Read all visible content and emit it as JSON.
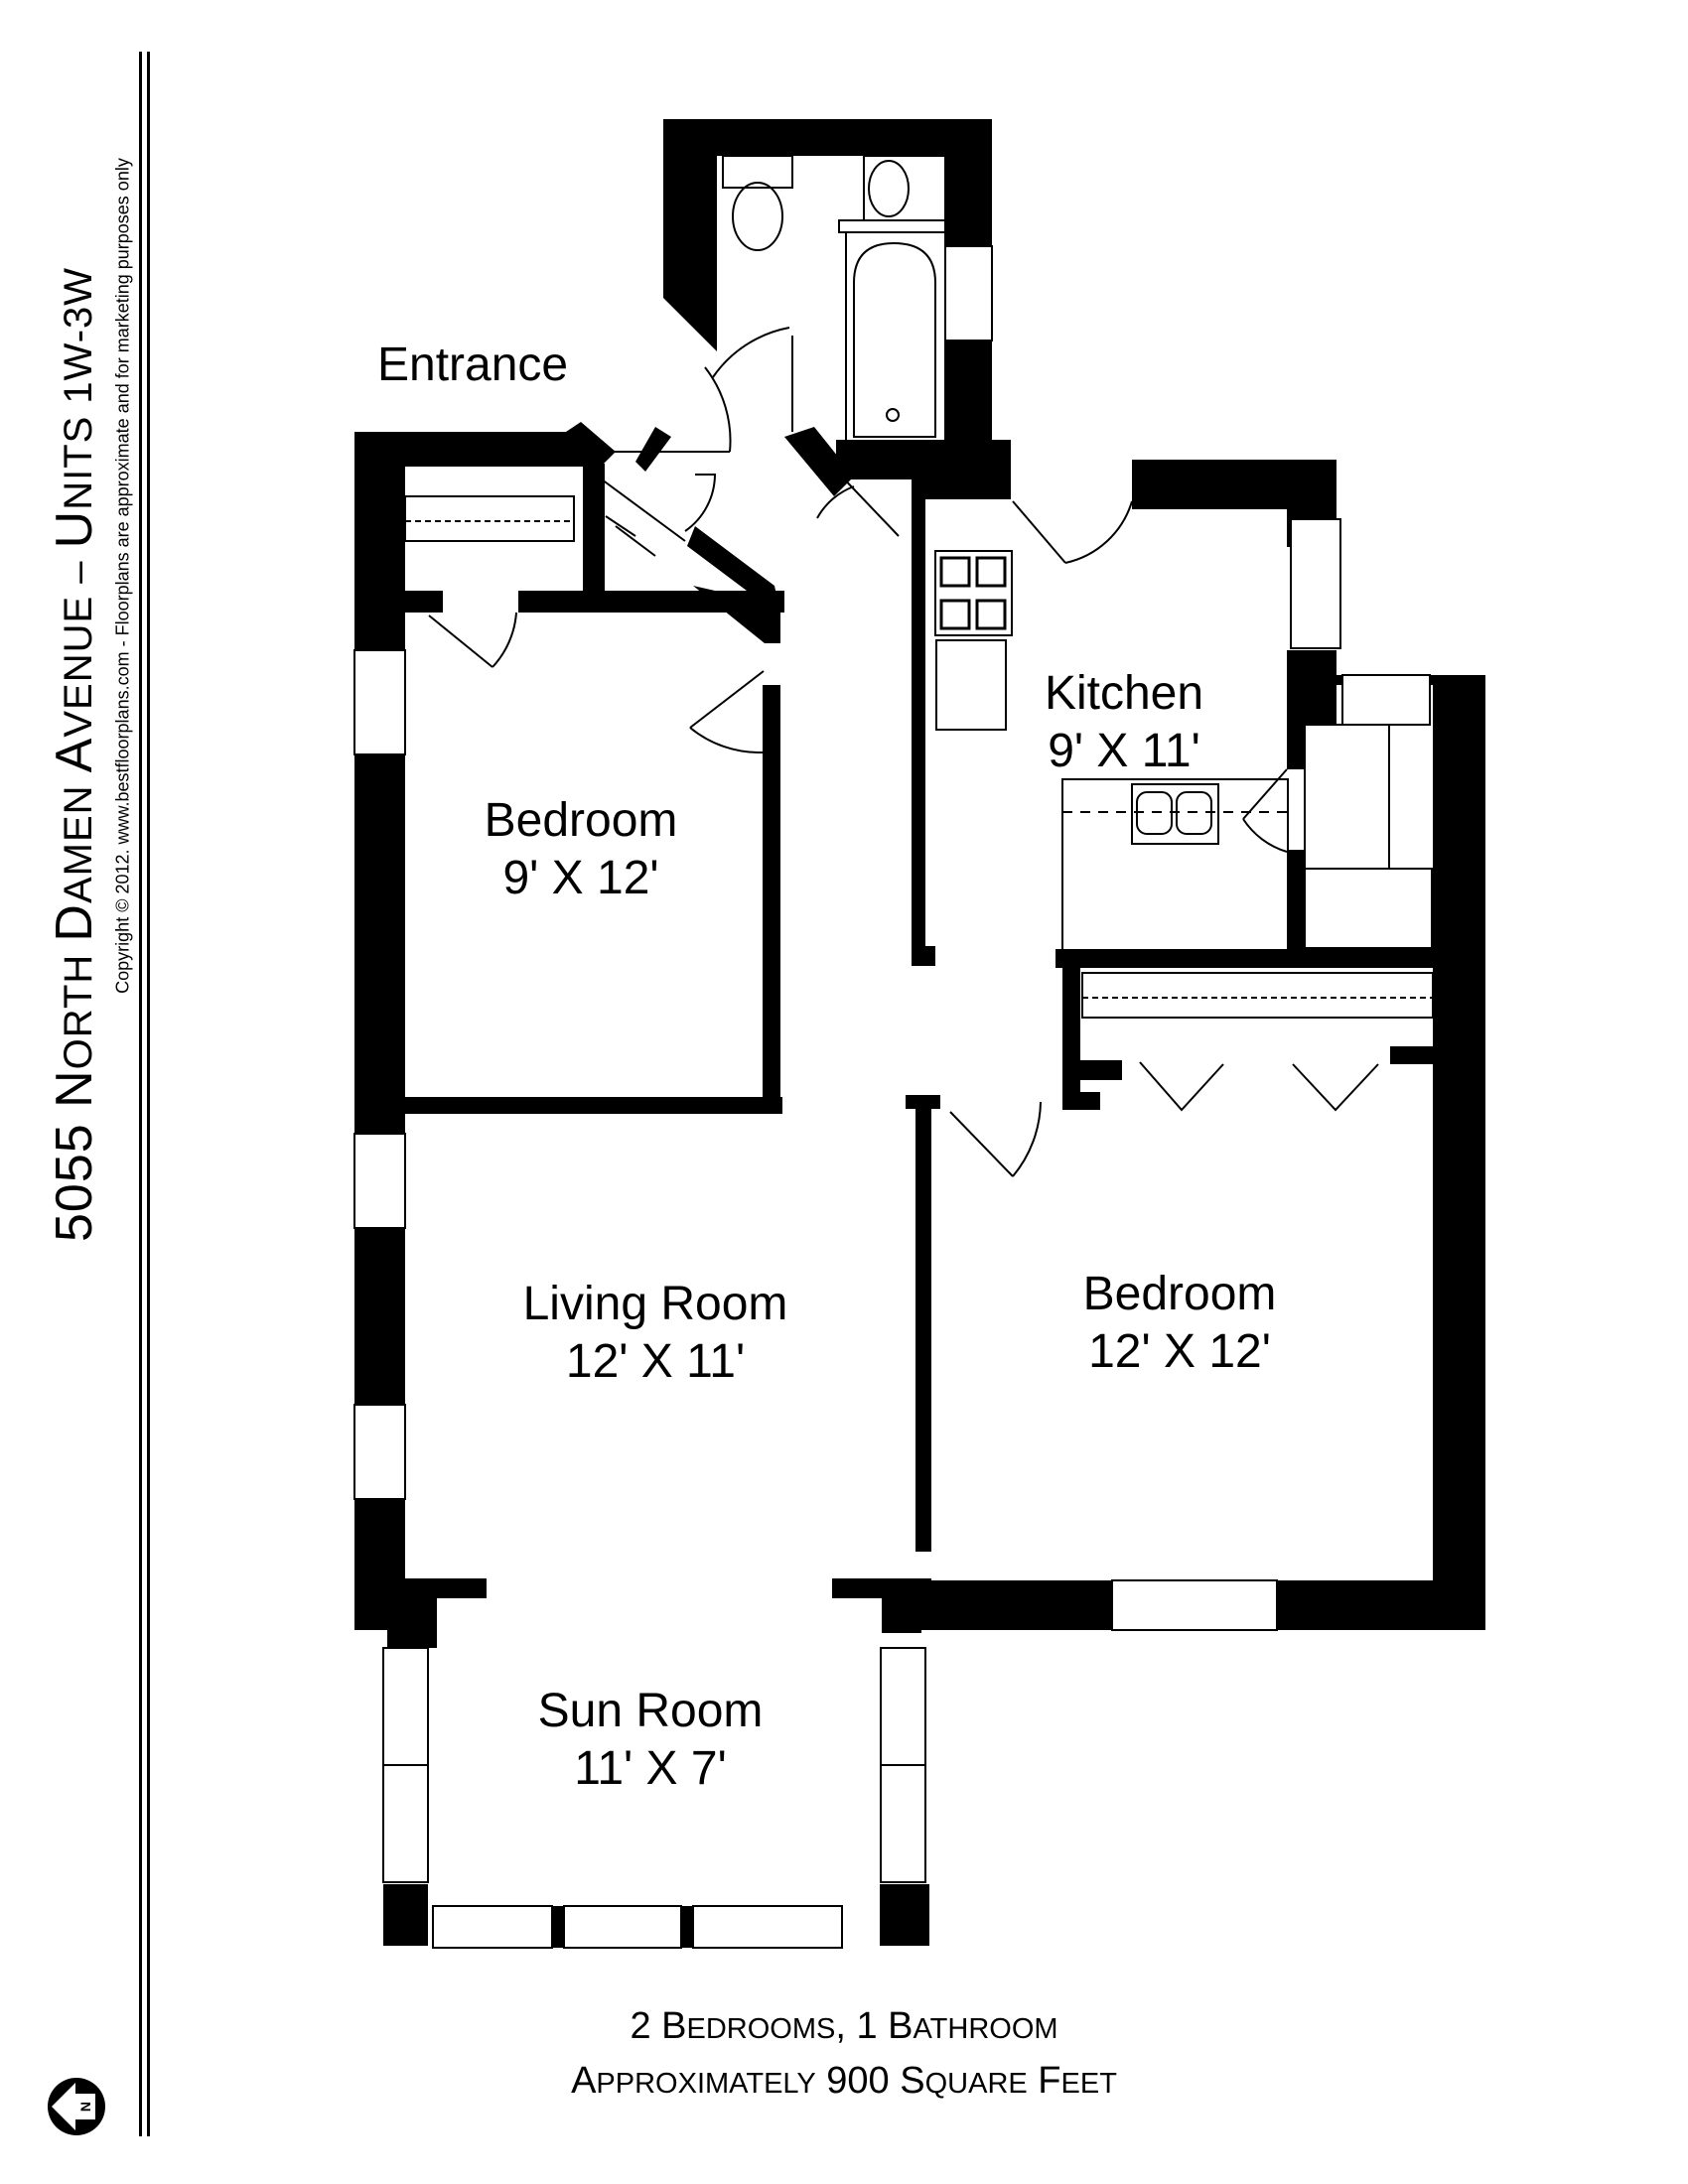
{
  "header": {
    "title_prefix": "5055 N",
    "title_parts": [
      "5055 ",
      "N",
      "ORTH ",
      "D",
      "AMEN ",
      "A",
      "VENUE – ",
      "U",
      "NITS 1W-3W"
    ],
    "title": "5055 North Damen Avenue – Units 1W-3W",
    "copyright": "Copyright © 2012. www.bestfloorplans.com - Floorplans are approximate and for marketing purposes only"
  },
  "rooms": [
    {
      "name": "Bedroom",
      "dims": "9' X 12'"
    },
    {
      "name": "Kitchen",
      "dims": "9' X 11'"
    },
    {
      "name": "Living Room",
      "dims": "12' X 11'"
    },
    {
      "name": "Bedroom",
      "dims": "12' X 12'"
    },
    {
      "name": "Sun Room",
      "dims": "11' X 7'"
    }
  ],
  "labels": {
    "entrance": "Entrance"
  },
  "summary": {
    "line1": "2 Bedrooms, 1 Bathroom",
    "line1_parts": [
      "2 B",
      "EDROOMS",
      ", 1 B",
      "ATHROOM"
    ],
    "line2": "Approximately 900 Square Feet",
    "line2_parts": [
      "A",
      "PPROXIMATELY",
      " 900 S",
      "QUARE",
      " F",
      "EET"
    ]
  },
  "compass": {
    "icon": "north-arrow-icon",
    "letter": "N",
    "direction": "left"
  },
  "colors": {
    "wall": "#000000",
    "background": "#ffffff"
  }
}
